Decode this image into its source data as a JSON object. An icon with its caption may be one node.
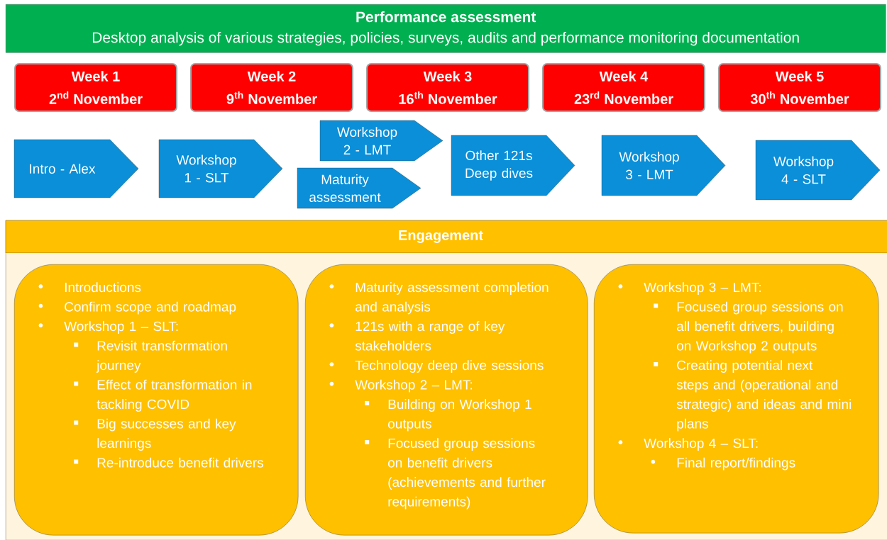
{
  "diagram": {
    "nodes": [
      {
        "text": [
          "Performance assessment",
          "Desktop analysis of various strategies, policies, surveys, audits and performance monitoring documentation"
        ]
      },
      {
        "text": [
          "Week 1",
          "2$^{nd}$ November"
        ]
      },
      {
        "text": [
          "Week 2",
          "9$^{th}$ November"
        ]
      },
      {
        "text": [
          "Week 3",
          "16$^{th}$ November"
        ]
      },
      {
        "text": [
          "Week 4",
          "23$^{rd}$ November"
        ]
      },
      {
        "text": [
          "Week 5",
          "30$^{th}$ November"
        ]
      },
      {
        "text": [
          "Intro - Alex"
        ]
      },
      {
        "text": [
          "Workshop 1 - SLT"
        ]
      },
      {
        "text": [
          "Workshop 2 - LMT"
        ]
      },
      {
        "text": [
          "Maturity assessment"
        ]
      },
      {
        "text": [
          "Other 121s Deep dives"
        ]
      },
      {
        "text": [
          "Workshop 3 - LMT"
        ]
      },
      {
        "text": [
          "Workshop 4 - SLT"
        ]
      },
      {
        "text": [
          "Engagement"
        ]
      },
      {
        "text": [
          "Introductions",
          "Confirm scope and roadmap",
          "Workshop 1 – SLT:",
          "Revisit transformation journey",
          "Effect of transformation in tackling COVID",
          "Big successes and key learnings",
          "Re-introduce benefit drivers"
        ],
        "in": 13
      },
      {
        "text": [
          "Maturity assessment completion and analysis",
          "121s with a range of key stakeholders",
          "Technology deep dive sessions",
          "Workshop 2 – LMT:",
          "Building on Workshop 1 outputs",
          "Focused group sessions on benefit drivers (achievements and further requirements)"
        ],
        "in": 13
      },
      {
        "text": [
          "Workshop 3 – LMT:",
          "Focused group sessions on all benefit drivers, building on Workshop 2 outputs",
          "Creating potential next steps and (operational and strategic) and ideas and mini plans",
          "Workshop 4 – SLT:",
          "Final report/findings"
        ],
        "in": 13
      }
    ]
  }
}
